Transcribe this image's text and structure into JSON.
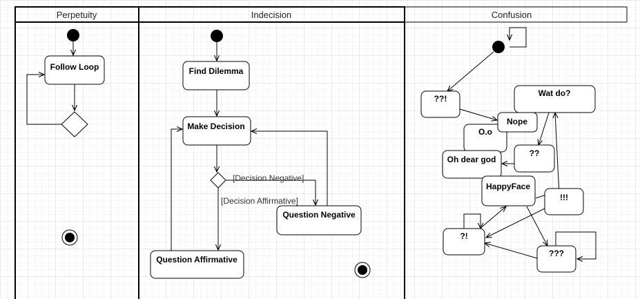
{
  "lanes": {
    "perpetuity": "Perpetuity",
    "indecision": "Indecision",
    "confusion": "Confusion"
  },
  "nodes": {
    "follow_loop": "Follow Loop",
    "find_dilemma": "Find Dilemma",
    "make_decision": "Make Decision",
    "question_negative": "Question Negative",
    "question_affirmative": "Question Affirmative",
    "qqex": "??!",
    "wat_do": "Wat do?",
    "nope": "Nope",
    "oo": "O.o",
    "qq": "??",
    "oh_dear_god": "Oh dear god",
    "happyface": "HappyFace",
    "exexex": "!!!",
    "qex": "?!",
    "qqq": "???"
  },
  "guards": {
    "decision_negative": "[Decision Negative]",
    "decision_affirmative": "[Decision Affirmative]"
  }
}
